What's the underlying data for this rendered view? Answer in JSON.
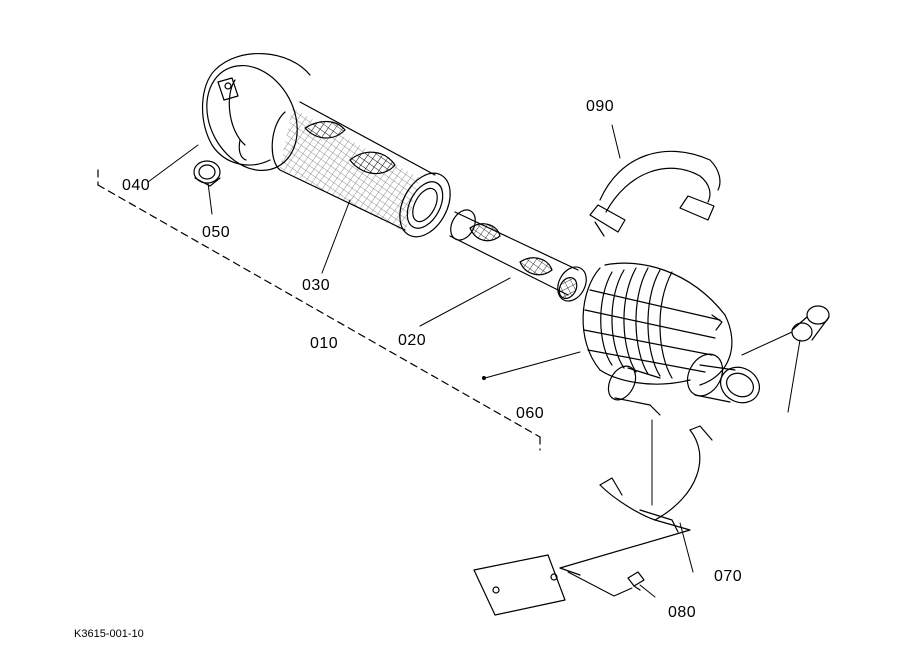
{
  "diagram": {
    "labels": {
      "p010": "010",
      "p020": "020",
      "p030": "030",
      "p040": "040",
      "p050": "050",
      "p060": "060",
      "p070": "070",
      "p080": "080",
      "p090": "090"
    },
    "document_code": "K3615-001-10",
    "colors": {
      "line": "#000000",
      "background": "#ffffff"
    }
  }
}
